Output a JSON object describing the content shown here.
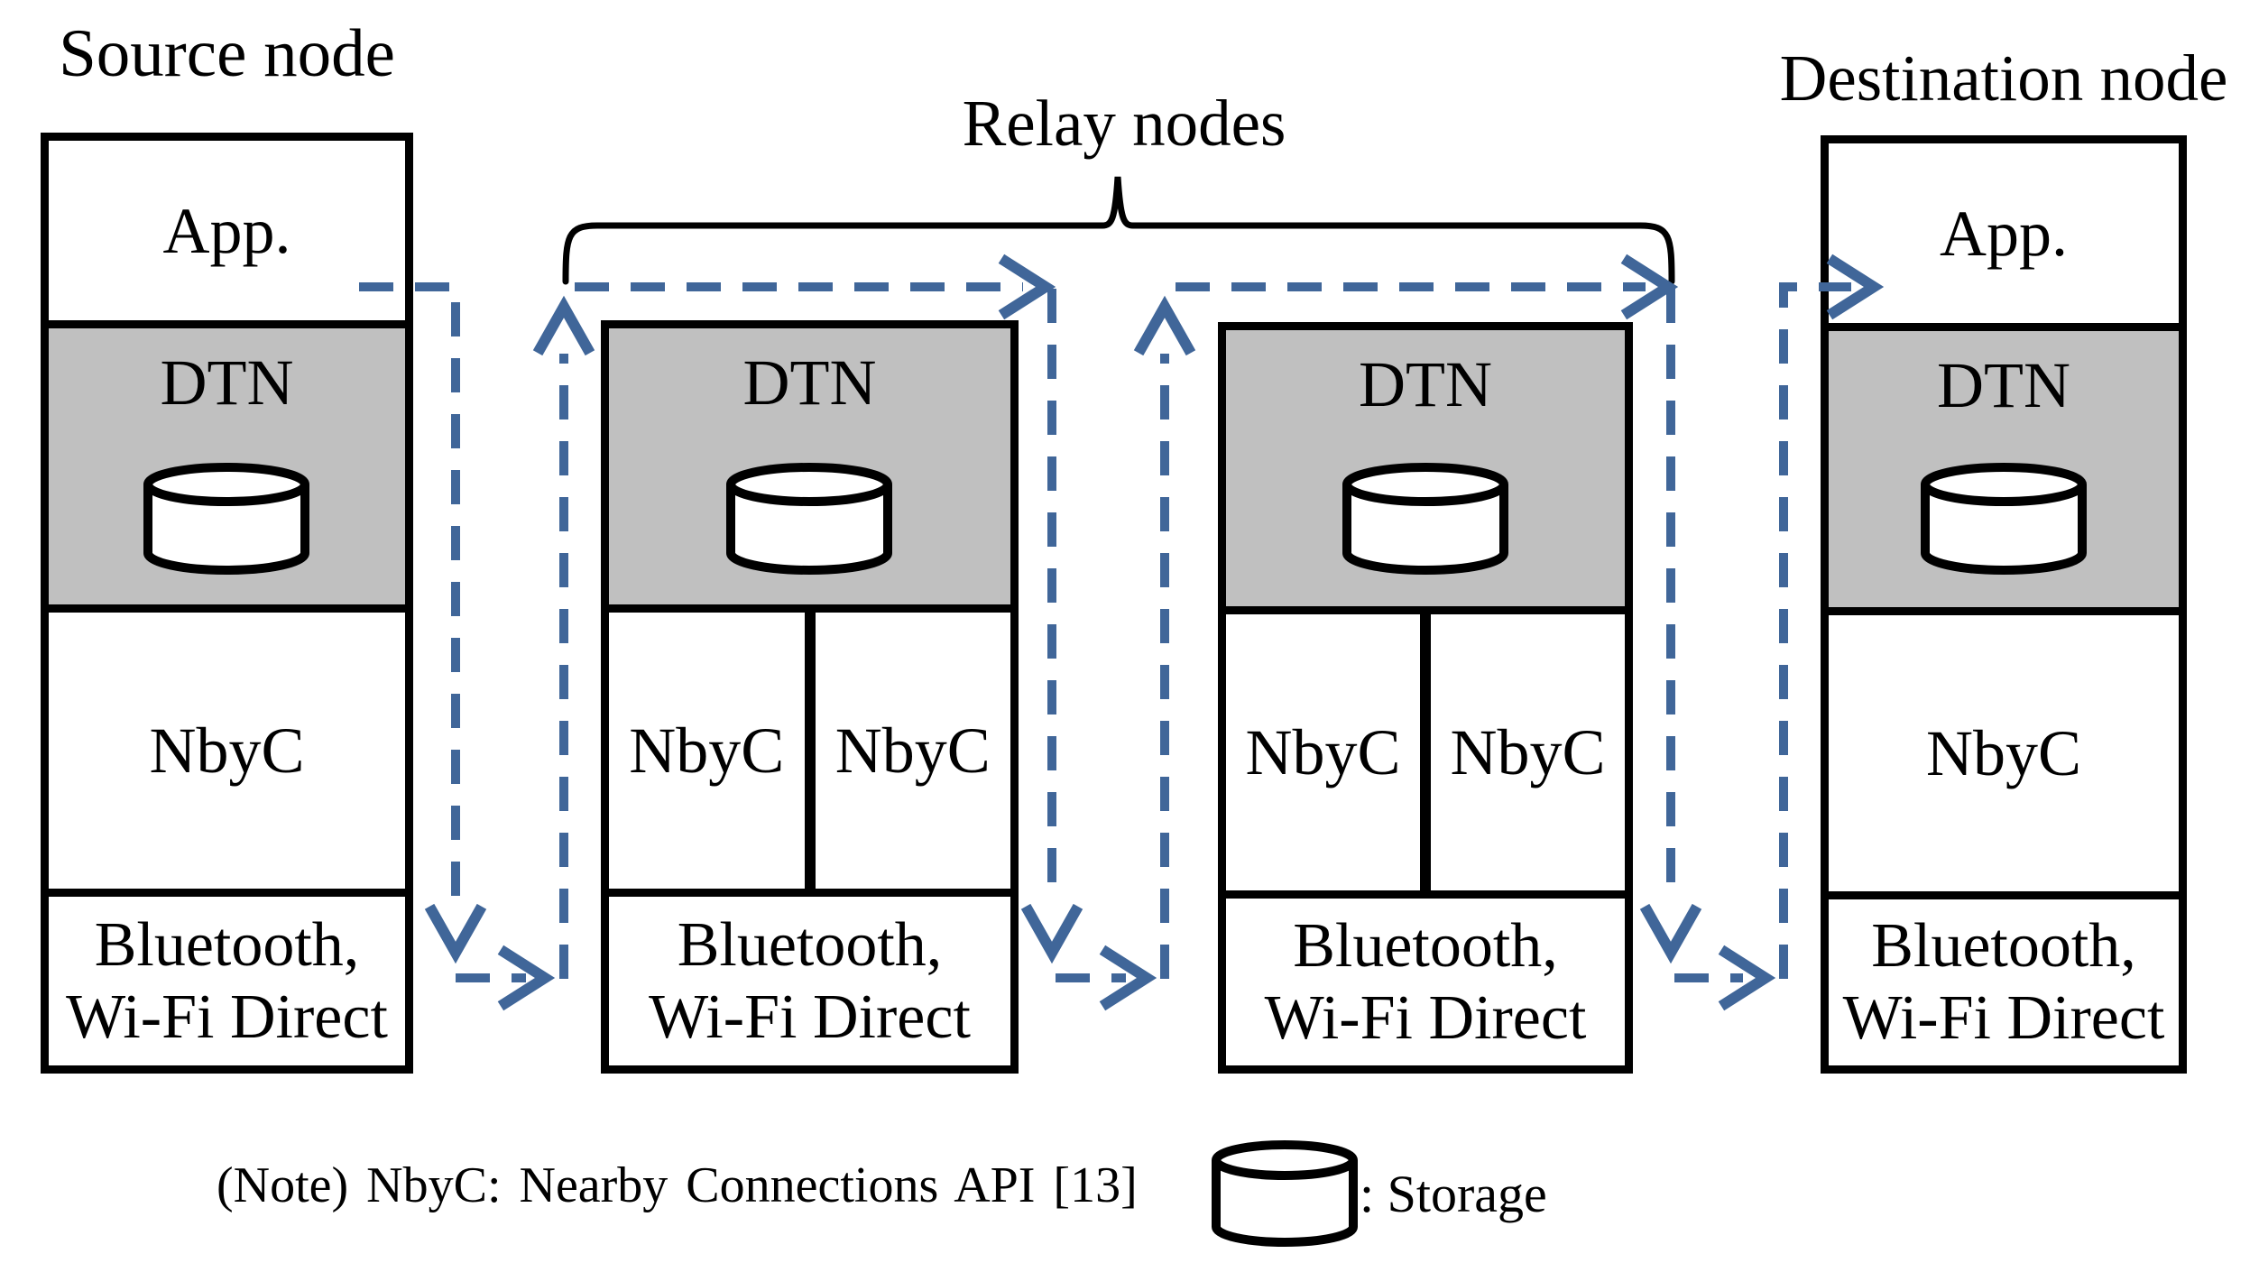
{
  "diagram": {
    "source_title": "Source node",
    "relay_title": "Relay nodes",
    "destination_title": "Destination node",
    "note": "(Note) NbyC: Nearby Connections API [13]",
    "storage_label": ": Storage"
  },
  "nodes": {
    "source": {
      "app": "App.",
      "dtn": "DTN",
      "nbyc": "NbyC",
      "radio_line1": "Bluetooth,",
      "radio_line2": "Wi-Fi Direct"
    },
    "relay1": {
      "dtn": "DTN",
      "nbyc_left": "NbyC",
      "nbyc_right": "NbyC",
      "radio_line1": "Bluetooth,",
      "radio_line2": "Wi-Fi Direct"
    },
    "relay2": {
      "dtn": "DTN",
      "nbyc_left": "NbyC",
      "nbyc_right": "NbyC",
      "radio_line1": "Bluetooth,",
      "radio_line2": "Wi-Fi Direct"
    },
    "destination": {
      "app": "App.",
      "dtn": "DTN",
      "nbyc": "NbyC",
      "radio_line1": "Bluetooth,",
      "radio_line2": "Wi-Fi Direct"
    }
  },
  "icons": {
    "storage": "storage-cylinder-icon"
  },
  "colors": {
    "arrow_blue": "#406699",
    "dtn_gray": "#C0C0C0",
    "border_black": "#000000",
    "background": "#FFFFFF"
  }
}
